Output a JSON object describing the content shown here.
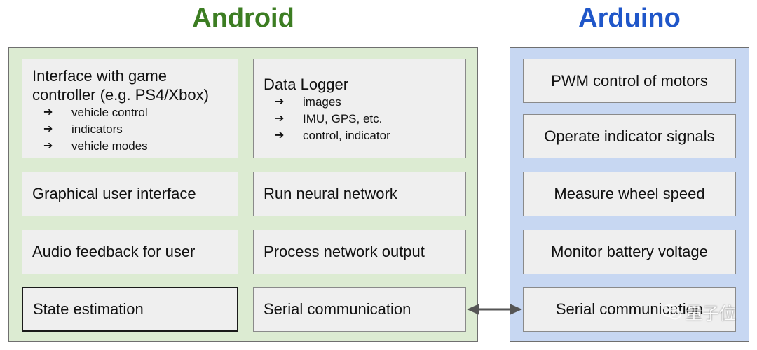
{
  "android": {
    "title": "Android",
    "controller": {
      "heading": "Interface with game\ncontroller (e.g. PS4/Xbox)",
      "items": [
        "vehicle control",
        "indicators",
        "vehicle modes"
      ]
    },
    "logger": {
      "heading": "Data Logger",
      "items": [
        "images",
        "IMU, GPS, etc.",
        "control, indicator"
      ]
    },
    "gui": "Graphical user interface",
    "neural": "Run neural network",
    "audio": "Audio feedback for user",
    "process": "Process network output",
    "state": "State estimation",
    "serial": "Serial communication"
  },
  "arduino": {
    "title": "Arduino",
    "pwm": "PWM control of motors",
    "indicators": "Operate indicator signals",
    "wheel": "Measure wheel speed",
    "battery": "Monitor battery voltage",
    "serial": "Serial communication"
  },
  "bullet_glyph": "➔",
  "watermark": "量子位",
  "colors": {
    "android_title": "#3c7d22",
    "arduino_title": "#1f56c9",
    "android_panel": "#dcebd2",
    "arduino_panel": "#c7d7f2",
    "box_fill": "#efefef"
  }
}
